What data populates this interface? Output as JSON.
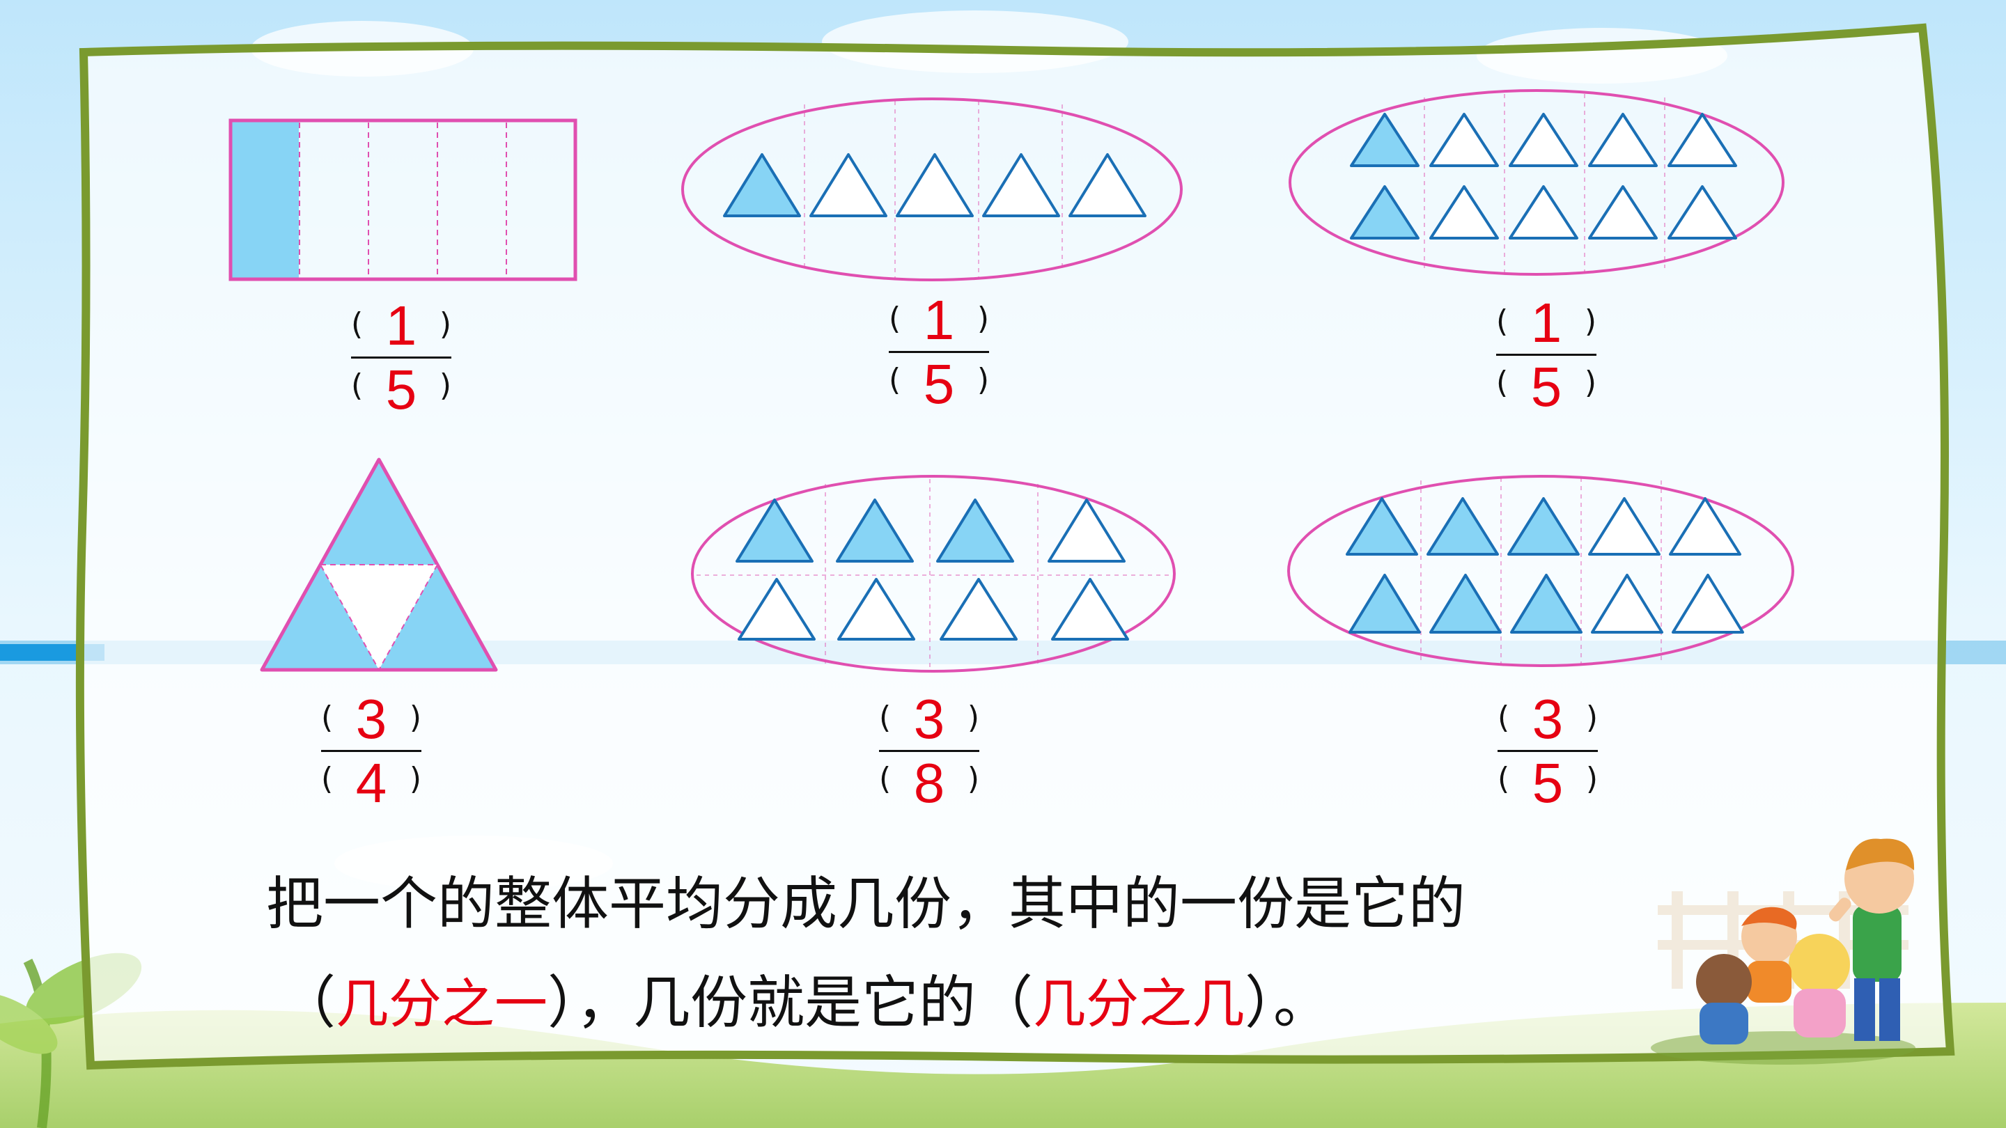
{
  "figures": [
    {
      "name": "rectangle-fifths",
      "fraction": {
        "numerator": "1",
        "denominator": "5"
      }
    },
    {
      "name": "triangle-group-five",
      "fraction": {
        "numerator": "1",
        "denominator": "5"
      }
    },
    {
      "name": "triangle-group-ten",
      "fraction": {
        "numerator": "1",
        "denominator": "5"
      }
    },
    {
      "name": "big-triangle-quarters",
      "fraction": {
        "numerator": "3",
        "denominator": "4"
      }
    },
    {
      "name": "triangle-group-eight",
      "fraction": {
        "numerator": "3",
        "denominator": "8"
      }
    },
    {
      "name": "triangle-group-ten-shaded",
      "fraction": {
        "numerator": "3",
        "denominator": "5"
      }
    }
  ],
  "paren_open": "(",
  "paren_close": ")",
  "summary": {
    "line1": "把一个的整体平均分成几份，其中的一份是它的",
    "line2_open1": "（",
    "answer1": "几分之一",
    "line2_mid": "），几份就是它的（",
    "answer2": "几分之几",
    "line2_close": "）。"
  },
  "colors": {
    "frame": "#7a9a2f",
    "shade": "#87d4f5",
    "triangle_stroke": "#1a6fb5",
    "outline": "#e04fb0",
    "answer": "#e60012",
    "sky": "#cfeefd",
    "stripe": "#1a9ae0"
  }
}
